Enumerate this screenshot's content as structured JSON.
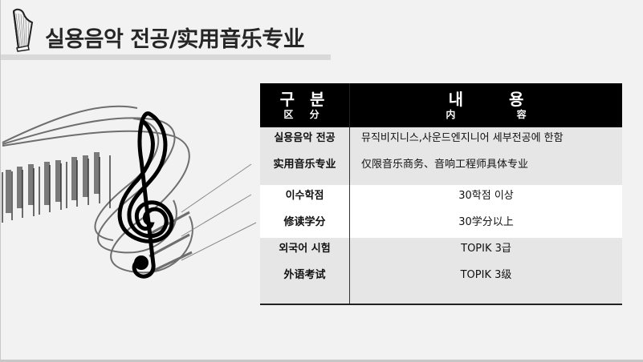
{
  "header": {
    "title": "실용음악 전공/实用音乐专业",
    "icon": "harp-icon"
  },
  "illustration": {
    "icon": "treble-clef-piano-icon"
  },
  "table": {
    "header": {
      "col1_ko": "구 분",
      "col1_zh": "区 分",
      "col2_ko": "내 용",
      "col2_zh": "内 容"
    },
    "rows": [
      {
        "label_ko": "실용음악 전공",
        "label_zh": "实用音乐专业",
        "value_ko": "뮤직비지니스,사운드엔지니어 세부전공에 한함",
        "value_zh": "仅限音乐商务、音响工程师具体专业",
        "shade": "grey"
      },
      {
        "label_ko": "이수학점",
        "label_zh": "修读学分",
        "value_ko": "30학점 이상",
        "value_zh": "30学分以上",
        "shade": "white"
      },
      {
        "label_ko": "외국어 시험",
        "label_zh": "外语考试",
        "value_ko": "TOPIK 3급",
        "value_zh": "TOPIK 3级",
        "shade": "grey"
      }
    ]
  },
  "colors": {
    "background": "#f2f2f2",
    "header_bg": "#000000",
    "row_grey": "#e6e6e6",
    "row_white": "#ffffff",
    "title_text": "#262626",
    "title_underline": "#d9d9d9"
  }
}
